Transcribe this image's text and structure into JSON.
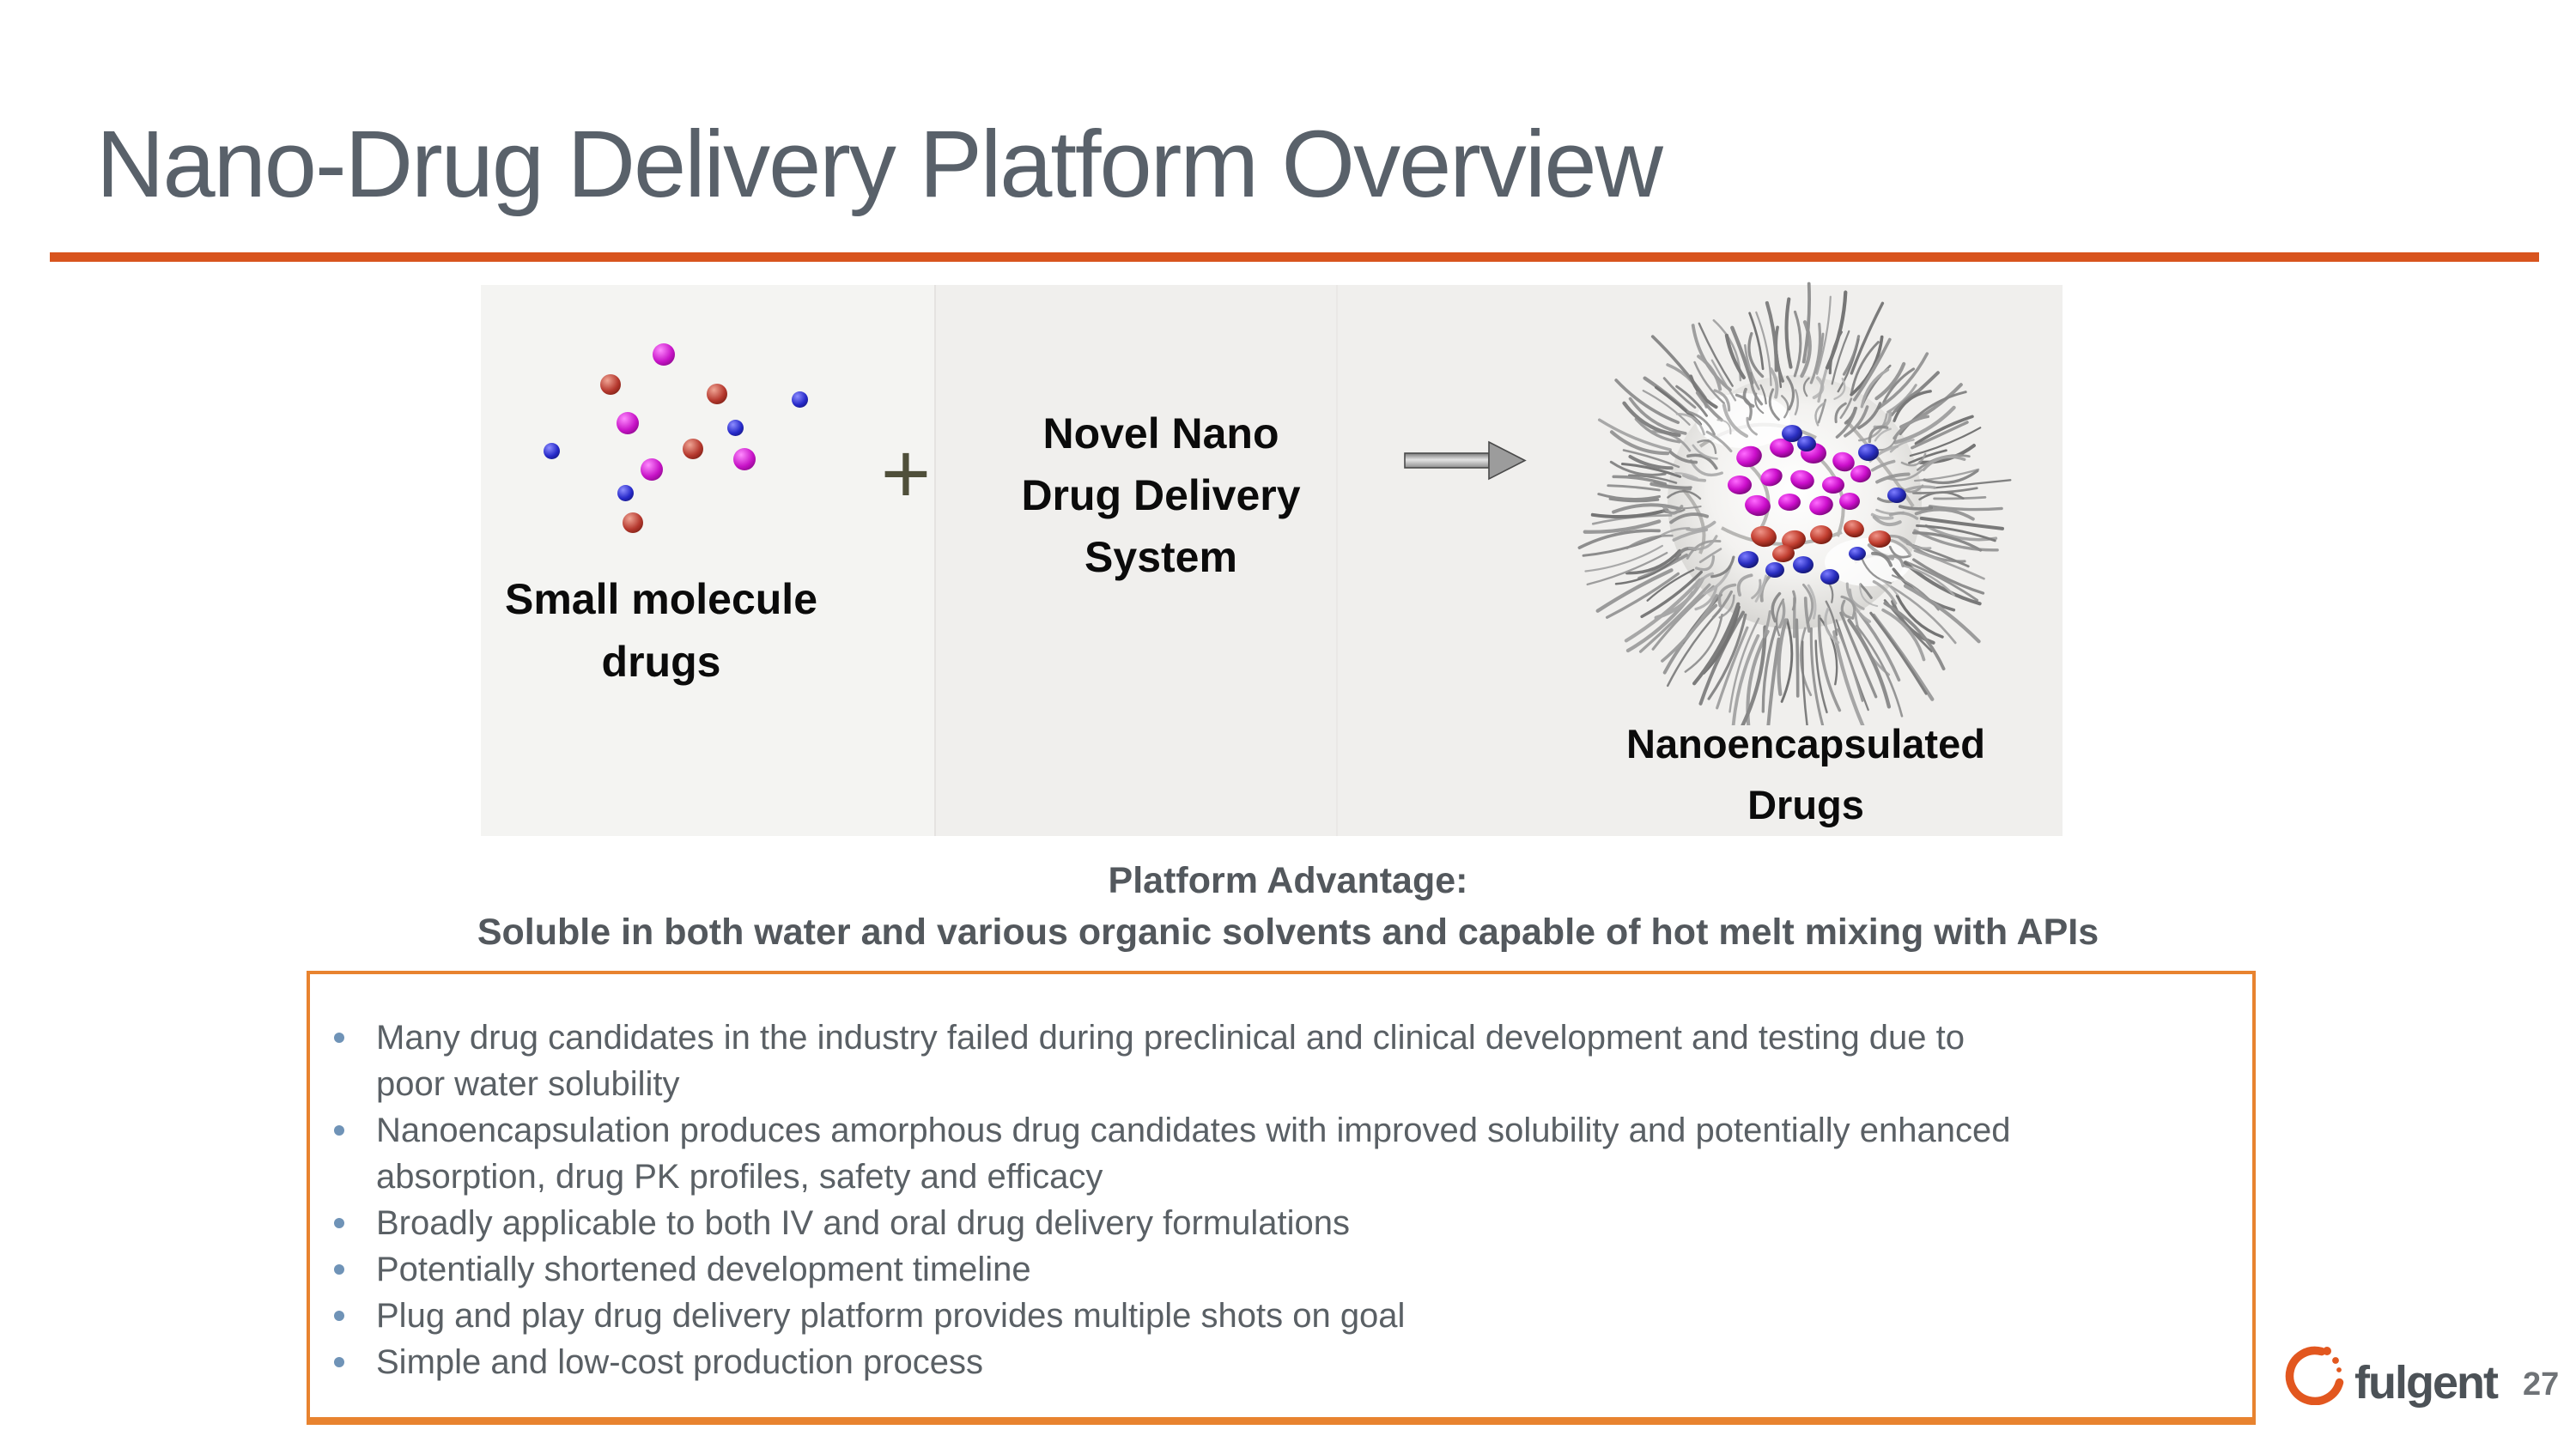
{
  "slide": {
    "title": "Nano-Drug Delivery Platform Overview",
    "page_number": "27",
    "brand": "fulgent"
  },
  "figure": {
    "left_label": {
      "lines": [
        "Small molecule",
        "drugs"
      ]
    },
    "plus_sign": "+",
    "center_label": {
      "lines": [
        "Novel Nano",
        "Drug Delivery",
        "System"
      ]
    },
    "right_label": {
      "lines": [
        "Nanoencapsulated",
        "Drugs"
      ]
    }
  },
  "advantage": {
    "heading": "Platform Advantage:",
    "subheading": "Soluble in both water and various organic solvents and capable of hot melt mixing with APIs"
  },
  "bullets": [
    {
      "lines": [
        "Many drug candidates in the industry failed during preclinical and clinical development and testing due to",
        "poor water solubility"
      ]
    },
    {
      "lines": [
        "Nanoencapsulation produces amorphous drug candidates with improved solubility and potentially enhanced",
        "absorption, drug PK profiles, safety and efficacy"
      ]
    },
    {
      "lines": [
        "Broadly applicable to both IV and oral drug delivery formulations"
      ]
    },
    {
      "lines": [
        "Potentially shortened development timeline"
      ]
    },
    {
      "lines": [
        "Plug and play drug delivery platform provides multiple shots on goal"
      ]
    },
    {
      "lines": [
        "Simple and low-cost production process"
      ]
    }
  ],
  "colors": {
    "rule_orange": "#d8541e",
    "box_border_orange": "#e8832f",
    "title_gray": "#59616a",
    "heading_gray": "#53585d",
    "body_gray": "#5a6065",
    "bullet_dot_blue": "#6f93b7",
    "logo_orange": "#e2571f",
    "logo_text_gray": "#4c5257",
    "page_number_gray": "#6f7377",
    "figure_bg": "#f0efed",
    "figure_label_black": "#0b0b0b",
    "dot_magenta": "#c713c7",
    "dot_red": "#b5382e",
    "dot_blue": "#2629c9",
    "plus_olive": "#4f4f3a"
  }
}
